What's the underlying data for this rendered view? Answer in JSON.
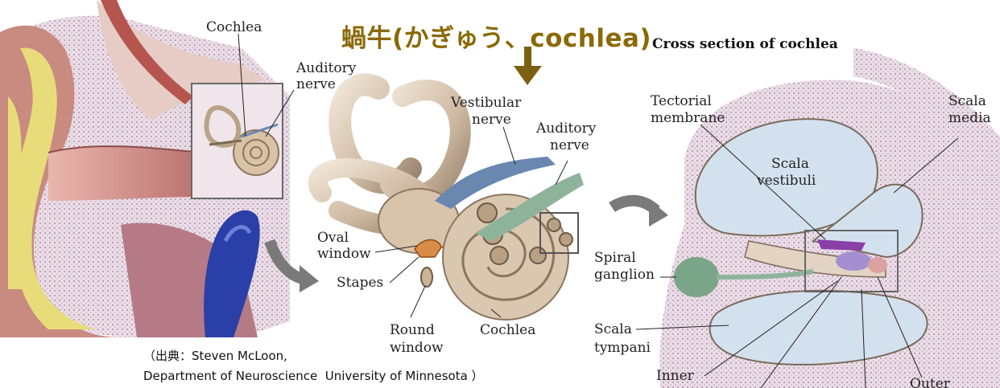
{
  "heading": "蝸牛(かぎゅう、cochlea)",
  "cross_section_title": "Cross section of cochlea",
  "credit": {
    "line1": "（出典：Steven McLoon,",
    "line2": "Department of Neuroscience  University of Minnesota ）"
  },
  "labels": {
    "ear_cochlea": "Cochlea",
    "auditory_nerve_1": "Auditory",
    "auditory_nerve_2": "nerve",
    "vestibular_nerve_1": "Vestibular",
    "vestibular_nerve_2": "nerve",
    "auditory_nerve_mid_1": "Auditory",
    "auditory_nerve_mid_2": "nerve",
    "oval_window_1": "Oval",
    "oval_window_2": "window",
    "stapes": "Stapes",
    "round_window_1": "Round",
    "round_window_2": "window",
    "cochlea_mid": "Cochlea",
    "tectorial_1": "Tectorial",
    "tectorial_2": "membrane",
    "scala_media_1": "Scala",
    "scala_media_2": "media",
    "scala_vestibuli_1": "Scala",
    "scala_vestibuli_2": "vestibuli",
    "spiral_ganglion_1": "Spiral",
    "spiral_ganglion_2": "ganglion",
    "scala_tympani_1": "Scala",
    "scala_tympani_2": "tympani",
    "inner": "Inner",
    "outer": "Outer"
  },
  "colors": {
    "heading": "#8a6a07",
    "arrow": "#7a6010",
    "bone": "#d9c7b0",
    "skin": "#c98a80",
    "yellow_cartilage": "#e8dc7a",
    "fluid": "#d3e1ee",
    "membrane": "#8a3fa8",
    "nerve_blue": "#6a87b0",
    "ganglion_green": "#7aa588"
  }
}
